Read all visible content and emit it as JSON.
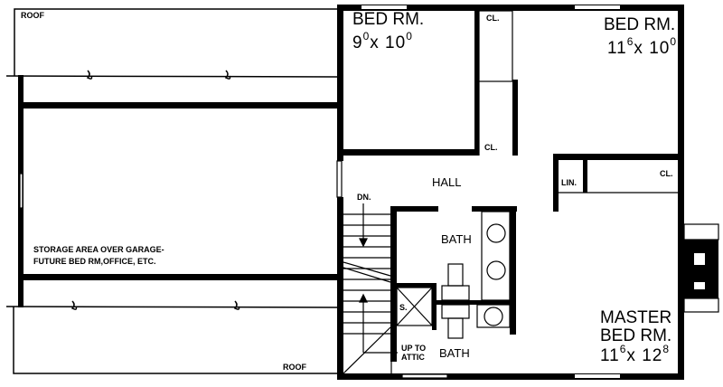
{
  "plan": {
    "roof_top": "ROOF",
    "roof_bottom": "ROOF",
    "storage": {
      "line1": "STORAGE AREA OVER GARAGE-",
      "line2": "FUTURE BED RM,OFFICE, ETC."
    },
    "bed_left": {
      "name": "BED RM.",
      "w": "9",
      "w_in": "0",
      "x": "x",
      "l": "10",
      "l_in": "0"
    },
    "bed_right": {
      "name": "BED RM.",
      "w": "11",
      "w_in": "6",
      "x": "x",
      "l": "10",
      "l_in": "0"
    },
    "master": {
      "name1": "MASTER",
      "name2": "BED RM.",
      "w": "11",
      "w_in": "6",
      "x": "x",
      "l": "12",
      "l_in": "8"
    },
    "closet1": "CL.",
    "closet2": "CL.",
    "closet3": "CL.",
    "linen": "LIN.",
    "hall": "HALL",
    "stairs_down": "DN.",
    "bath_upper": "BATH",
    "bath_lower": "BATH",
    "shower": "S.",
    "attic": {
      "line1": "UP TO",
      "line2": "ATTIC"
    }
  }
}
